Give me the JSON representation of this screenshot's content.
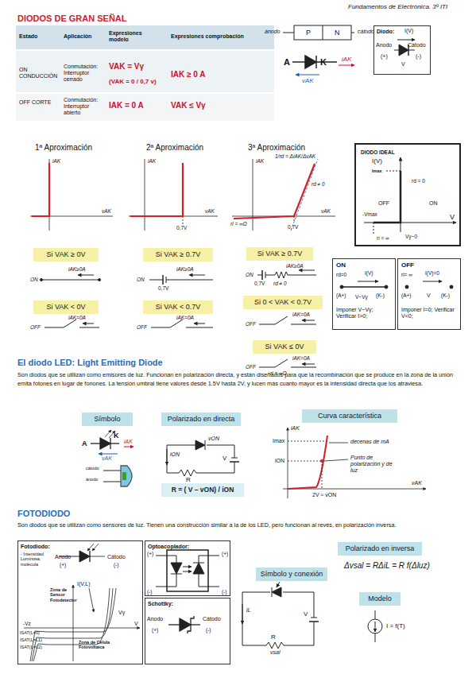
{
  "diagram": {
    "title": "DIODOS DE GRAN SEÑAL",
    "nodes": [
      {
        "text": [
          "Diodo:",
          "I(V)",
          "Anodo",
          "Cátodo",
          "(+)",
          "(-)",
          "V"
        ]
      },
      {
        "text": [
          "DIODO IDEAL",
          "I(V)",
          "Imax",
          "rd = 0",
          "OFF",
          "ON",
          "-Vmax",
          "V",
          "ri = ∞",
          "Vγ~0"
        ]
      },
      {
        "text": [
          "ON",
          "rd=0",
          "I(V)",
          "(A+)",
          "(K-)",
          "V~Vγ",
          "Imponer V~Vγ; Verificar I>0;"
        ]
      },
      {
        "text": [
          "OFF",
          "ri= ∞",
          "I(V)=0",
          "(A+)",
          "V",
          "(K-)",
          "Imponer I=0; Verificar V<0;"
        ]
      },
      {
        "text": [
          "Si VAK ≥ 0V"
        ]
      },
      {
        "text": [
          "Si VAK < 0V"
        ]
      },
      {
        "text": [
          "Si VAK ≥ 0.7V"
        ]
      },
      {
        "text": [
          "Si VAK < 0.7V"
        ]
      },
      {
        "text": [
          "Si VAK ≥ 0.7V"
        ]
      },
      {
        "text": [
          "Si 0 < VAK < 0.7V"
        ]
      },
      {
        "text": [
          "Si VAK ≤ 0V"
        ]
      },
      {
        "text": [
          "Símbolo"
        ]
      },
      {
        "text": [
          "Polarizado en directa"
        ]
      },
      {
        "text": [
          "Curva característica"
        ]
      },
      {
        "text": [
          "R = ( V – vON) / iON"
        ]
      },
      {
        "text": [
          "Fotodiodo:",
          "- Intensidad Luminosa, molécula",
          "Anodo",
          "Cátodo",
          "(+)",
          "(-)",
          "I(V,L)",
          "V",
          "-Vz",
          "Vγ",
          "Zona de Sensor Fotodetector",
          "ISAT(L=0)",
          "ISAT(L=L1)",
          "ISAT(L=L2)",
          "Zona de Célula Fotovoltaica"
        ]
      },
      {
        "text": [
          "Optoacoplador:",
          "(+)",
          "(+)",
          "(-)",
          "(-)"
        ]
      },
      {
        "text": [
          "Schottky:",
          "Anodo",
          "Cátodo",
          "(+)",
          "(-)"
        ]
      },
      {
        "text": [
          "Polarizado en inversa"
        ]
      },
      {
        "text": [
          "Símbolo y conexión"
        ]
      },
      {
        "text": [
          "Modelo"
        ]
      }
    ],
    "labels": [
      "Fundamentos de Electrónica. 3º ITI",
      "Estado",
      "Aplicación",
      "Expresiones modelo",
      "Expresiones comprobación",
      "ON CONDUCCIÓN",
      "Conmutación: Interruptor cerrado",
      "VAK = Vγ",
      "(VAK = 0 / 0,7 v)",
      "IAK ≥ 0 A",
      "OFF CORTE",
      "Conmutación: Interruptor abierto",
      "IAK = 0 A",
      "VAK ≤ Vγ",
      "ánodo",
      "P",
      "N",
      "cátodo",
      "A",
      "K",
      "iAK",
      "vAK",
      "1ª Aproximación",
      "2ª Aproximación",
      "3ª Aproximación",
      "iAK",
      "vAK",
      "iAK",
      "vAK",
      "0,7V",
      "iAK",
      "vAK",
      "1/rd = ΔiAK/ΔvAK",
      "rd ≠ 0",
      "ri = ∞Ω",
      "0,7V",
      "ON",
      "iAK≥0A",
      "OFF",
      "iAK=0A",
      "ON",
      "iAK≥0A",
      "0,7V",
      "OFF",
      "iAK=0A",
      "ON",
      "0,7V",
      "rd ≠ 0",
      "iAK≥0A",
      "OFF",
      "iAK=0A",
      "OFF",
      "iAK=0A",
      "ri = ∞Ω",
      "El diodo LED: Light Emitting Diode",
      "Son diodos que se utilizan como emisores de luz. Funcionan en polarización directa, y están diseñados para que la recombinación que se produce en la zona de la unión emita fotones en lugar de fonones. La tensión umbral tiene valores desde 1.5V hasta 2V, y lucen más cuanto mayor es la intensidad directa que los atraviesa.",
      "A",
      "K",
      "iAK",
      "vAK",
      "cátodo",
      "ánodo",
      "iON",
      "vON",
      "R",
      "V",
      "iAK",
      "Imax",
      "iON",
      "decenas de mA",
      "Punto de polarización y de luz",
      "2V ≈ vON",
      "vAK",
      "FOTODIODO",
      "Son diodos que se utilizan como sensores de luz. Tienen una construcción similar a la de los LED, pero funcionan al revés, en polarización inversa.",
      "Δvsal = RΔiL = R f(Δluz)",
      "iL",
      "R",
      "V",
      "vsal",
      "I = f(T)"
    ]
  }
}
